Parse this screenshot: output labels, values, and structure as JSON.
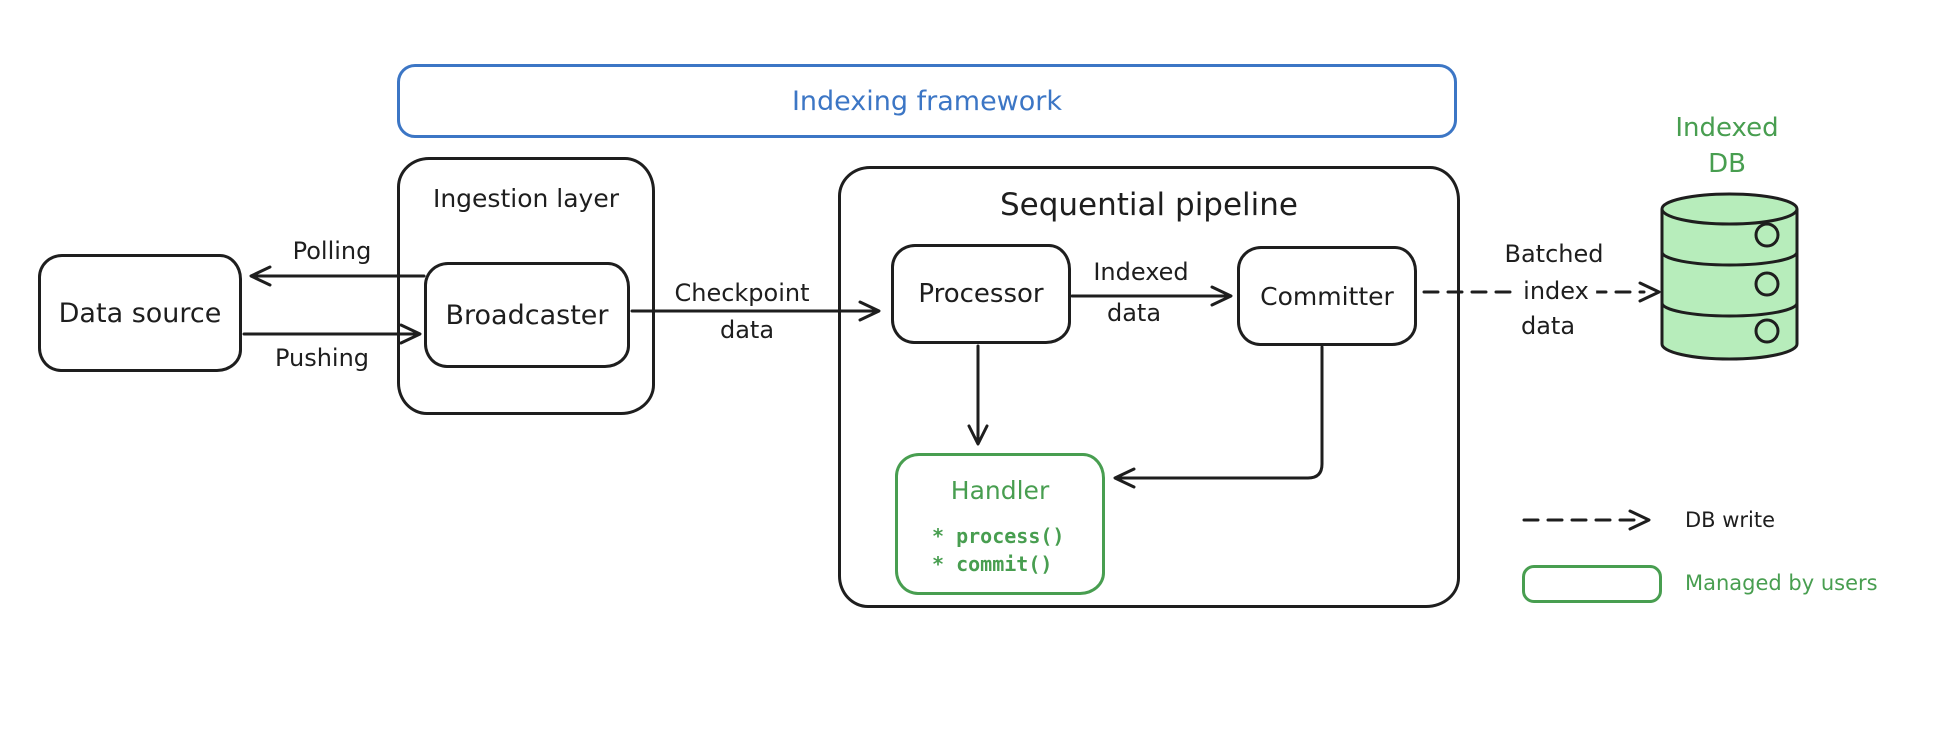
{
  "colors": {
    "ink": "#1e1e1e",
    "blue": "#3c76c5",
    "green": "#489e50",
    "green_fill": "#b7edbb"
  },
  "frame": {
    "label": "Indexing framework"
  },
  "nodes": {
    "data_source": {
      "label": "Data source"
    },
    "ingestion": {
      "label": "Ingestion layer"
    },
    "broadcaster": {
      "label": "Broadcaster"
    },
    "pipeline": {
      "label": "Sequential pipeline"
    },
    "processor": {
      "label": "Processor"
    },
    "committer": {
      "label": "Committer"
    },
    "handler": {
      "title": "Handler",
      "methods": [
        "* process()",
        "* commit()"
      ]
    },
    "indexed_db": {
      "lines": [
        "Indexed",
        "DB"
      ]
    }
  },
  "edges": {
    "polling": {
      "label": "Polling"
    },
    "pushing": {
      "label": "Pushing"
    },
    "checkpoint": {
      "lines": [
        "Checkpoint",
        "data"
      ]
    },
    "indexed_data": {
      "lines": [
        "Indexed",
        "data"
      ]
    },
    "batched_index": {
      "lines": [
        "Batched",
        "index",
        "data"
      ]
    }
  },
  "legend": {
    "db_write": "DB write",
    "managed_by_users": "Managed by users"
  }
}
